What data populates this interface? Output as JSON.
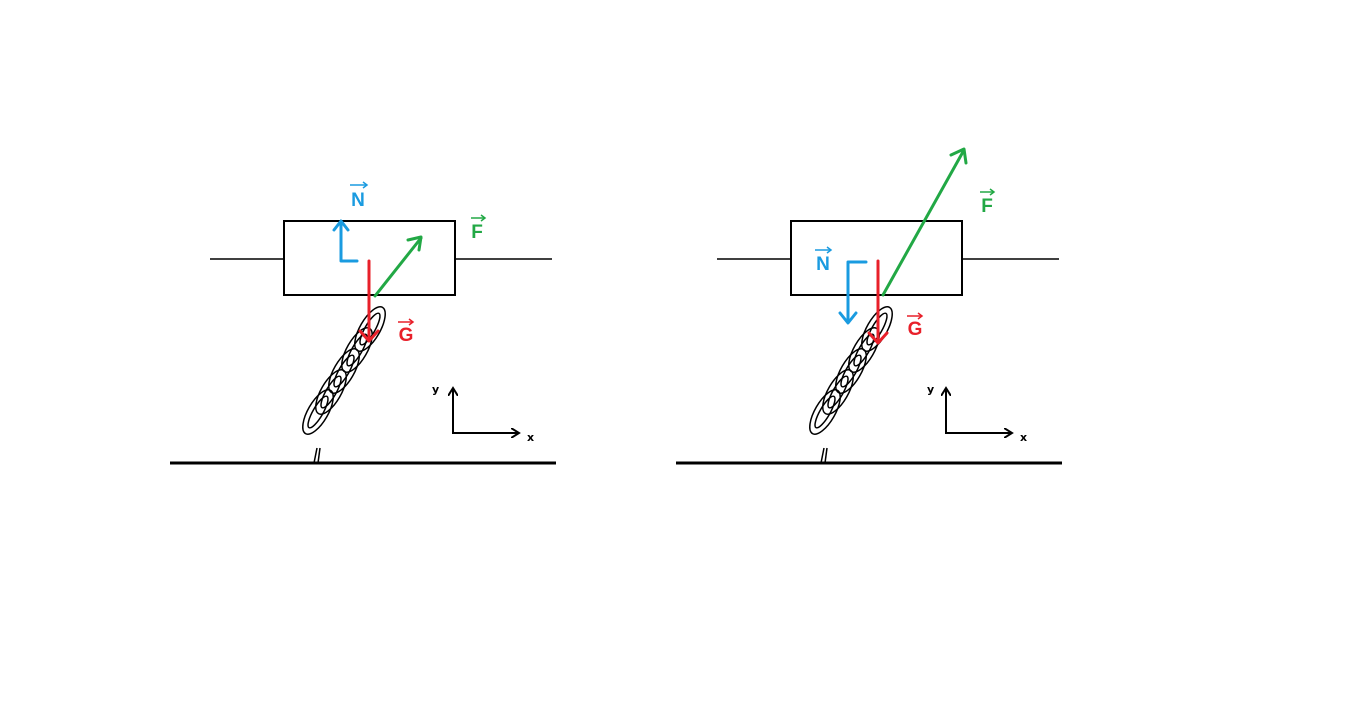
{
  "colors": {
    "normal": "#1a9be0",
    "gravity": "#e8202a",
    "force": "#22a845",
    "ink": "#000000"
  },
  "diagrams": [
    {
      "labels": {
        "normal": "N",
        "force": "F",
        "gravity": "G"
      },
      "axes": {
        "x": "x",
        "y": "y"
      }
    },
    {
      "labels": {
        "normal": "N",
        "force": "F",
        "gravity": "G"
      },
      "axes": {
        "x": "x",
        "y": "y"
      }
    }
  ]
}
